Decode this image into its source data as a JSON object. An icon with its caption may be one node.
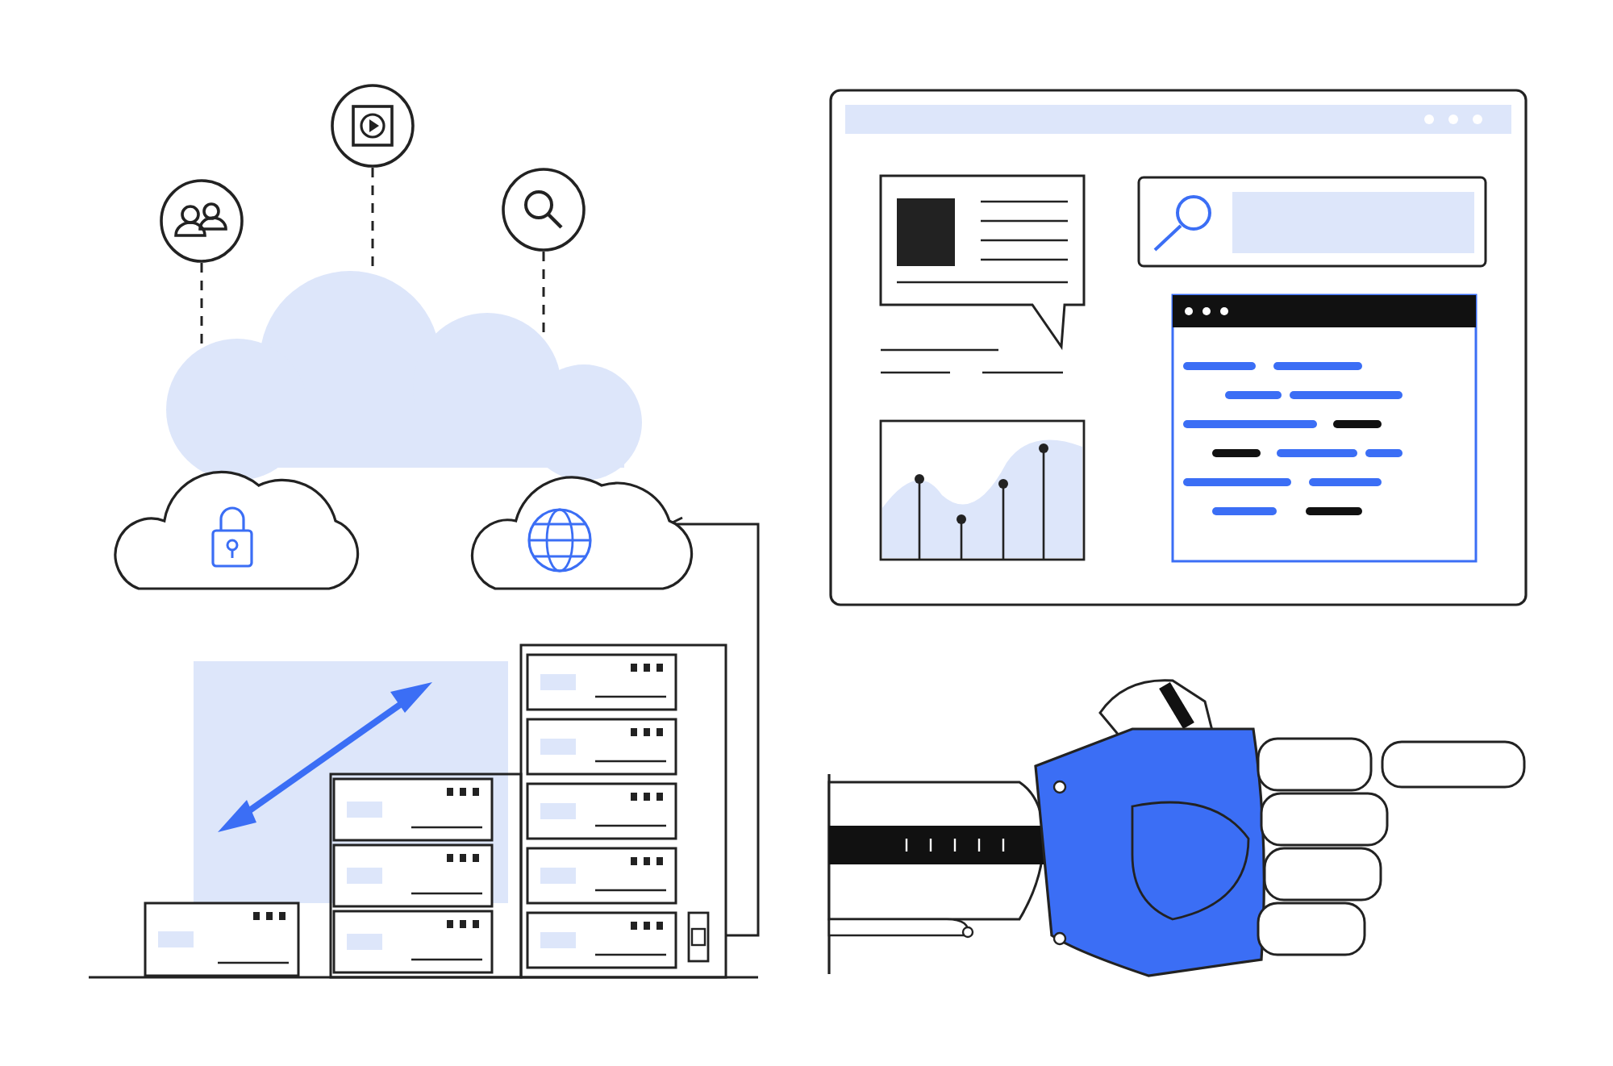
{
  "diagram": {
    "nodes": [
      {
        "text": [],
        "shape": "circle"
      },
      {
        "text": [],
        "shape": "circle"
      },
      {
        "text": [],
        "shape": "circle"
      },
      {
        "text": [],
        "shape": "cloud"
      },
      {
        "text": [],
        "shape": "cloud"
      },
      {
        "text": [],
        "shape": "cloud"
      },
      {
        "text": [],
        "shape": "picture"
      },
      {
        "text": [],
        "shape": "picture"
      },
      {
        "text": [],
        "shape": "picture"
      }
    ],
    "edges": [
      {
        "from": 0,
        "to": 3,
        "arrow": "none",
        "style": "dashed"
      },
      {
        "from": 1,
        "to": 3,
        "arrow": "none",
        "style": "dashed"
      },
      {
        "from": 2,
        "to": 3,
        "arrow": "none",
        "style": "dashed"
      },
      {
        "from": 6,
        "to": 5,
        "arrow": "to"
      }
    ]
  }
}
